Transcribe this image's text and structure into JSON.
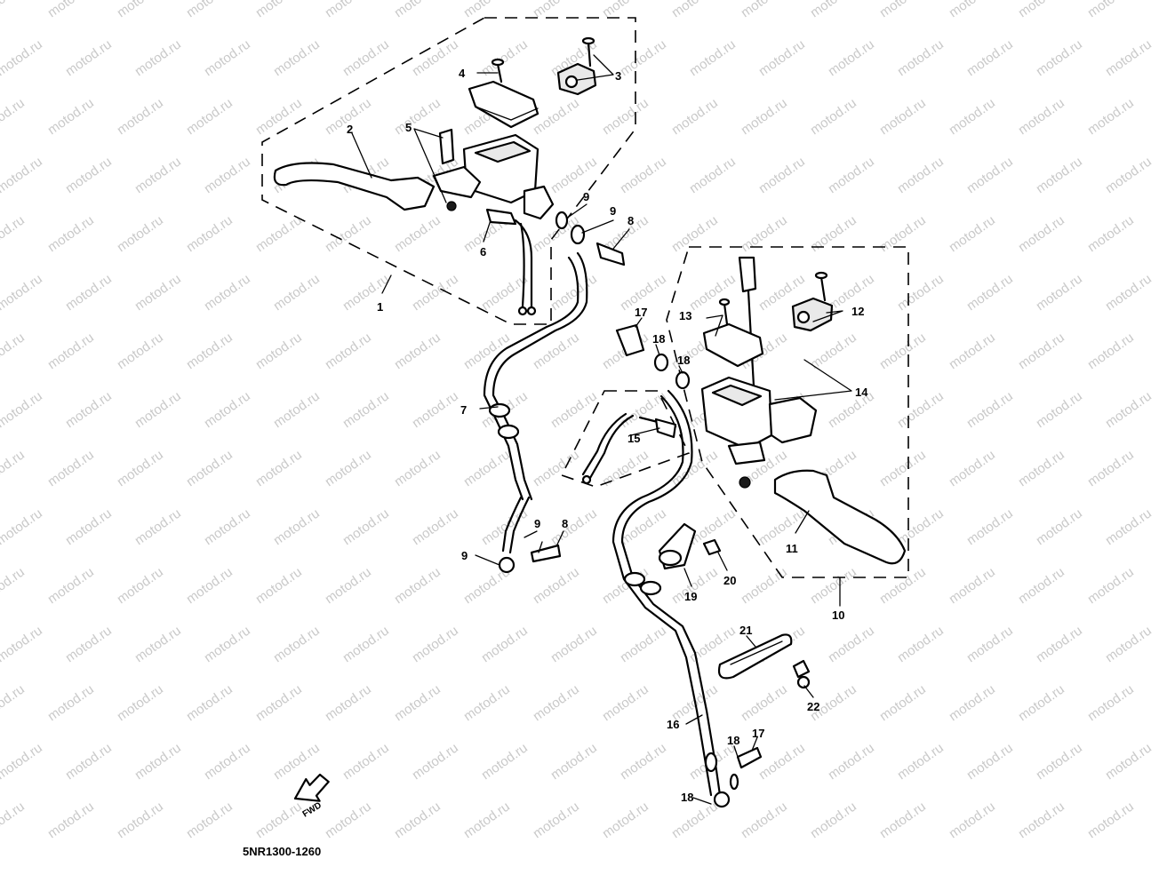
{
  "watermark": "motod.ru",
  "diagram_code": "5NR1300-1260",
  "direction_badge": "FWD",
  "callouts": {
    "c1": "1",
    "c2": "2",
    "c3": "3",
    "c4": "4",
    "c5": "5",
    "c6": "6",
    "c7": "7",
    "c8a": "8",
    "c8b": "8",
    "c9a": "9",
    "c9b": "9",
    "c9c": "9",
    "c9d": "9",
    "c10": "10",
    "c11": "11",
    "c12": "12",
    "c13": "13",
    "c14": "14",
    "c15": "15",
    "c16": "16",
    "c17a": "17",
    "c17b": "17",
    "c18a": "18",
    "c18b": "18",
    "c18c": "18",
    "c18d": "18",
    "c19": "19",
    "c20": "20",
    "c21": "21",
    "c22": "22"
  },
  "colors": {
    "line": "#000000",
    "watermark": "#c9c9c9",
    "background": "#ffffff"
  }
}
